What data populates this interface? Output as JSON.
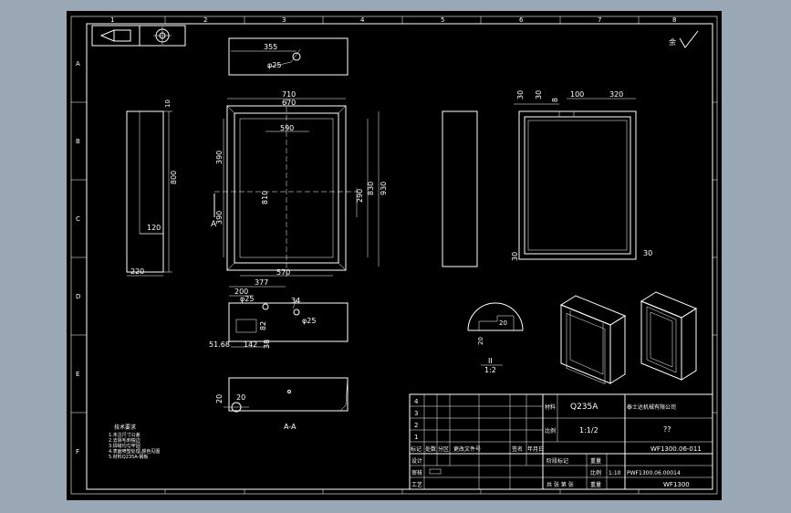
{
  "colors": {
    "viewport": "#9aa7b4",
    "sheet": "#000000",
    "lines": "#ffffff"
  },
  "icons": {
    "projection_symbol": "first-angle-projection-icon",
    "roughness": "surface-roughness-icon"
  },
  "roughness": {
    "label": "余"
  },
  "views": {
    "top_slot": {
      "dim_length": "355",
      "dim_hole": "φ25"
    },
    "left_side": {
      "dim_top": "10",
      "dim_height": "800",
      "dim_inner": "120",
      "dim_width": "220"
    },
    "front": {
      "dim_outer_w": "710",
      "dim_inner_w": "670",
      "dim_open_w": "590",
      "dim_upper": "390",
      "dim_center": "810",
      "dim_lower": "390",
      "dim_inner_h": "830",
      "dim_outer_h": "930",
      "dim_side": "290",
      "dim_bottom_w": "570",
      "section_mark": "A"
    },
    "right_front": {
      "dim_a": "30",
      "dim_b": "30",
      "dim_c": "8",
      "dim_d": "100",
      "dim_e": "320",
      "dim_f": "30",
      "dim_g": "30"
    },
    "bottom_slot": {
      "dim_a": "200",
      "dim_b": "377",
      "dim_hole": "φ25",
      "dim_c": "34",
      "dim_hole2": "φ25",
      "dim_d": "82",
      "dim_e": "51.68",
      "dim_f": "142",
      "dim_g": "38"
    },
    "section": {
      "dim_a": "20",
      "dim_b": "20",
      "label": "A-A"
    },
    "detail": {
      "dim_a": "20",
      "dim_b": "20",
      "label": "II",
      "scale": "1:2"
    }
  },
  "notes": {
    "title": "技术要求",
    "lines": [
      "1.未注尺寸公差",
      "2.去除毛刺锐边",
      "3.焊缝均匀牢固",
      "4.表面喷塑处理,颜色见图",
      "5.材料Q235A-钢板"
    ]
  },
  "title_block": {
    "rev_rows": [
      "4",
      "3",
      "2",
      "1"
    ],
    "headers": [
      "标记",
      "处数",
      "分区",
      "更改文件号",
      "签名",
      "年月日"
    ],
    "header2": [
      "阶段标记",
      "重量"
    ],
    "side_labels": [
      "设计",
      "审核",
      "工艺"
    ],
    "material_label": "材料",
    "material": "Q235A",
    "ratio_label": "比例",
    "ratio": "1:1/2",
    "company": "泰士达机械有限公司",
    "name": "??",
    "code1": "WF1300.06-011",
    "code2": "PWF1300.06.00014",
    "scale_label": "比例",
    "scale_value": "1:10",
    "sheet_label": "共 张 第 张",
    "weight_label": "重量",
    "product": "WF1300"
  },
  "border": {
    "top": [
      "1",
      "2",
      "3",
      "4",
      "5",
      "6",
      "7",
      "8"
    ],
    "side": [
      "A",
      "B",
      "C",
      "D",
      "E",
      "F"
    ]
  }
}
